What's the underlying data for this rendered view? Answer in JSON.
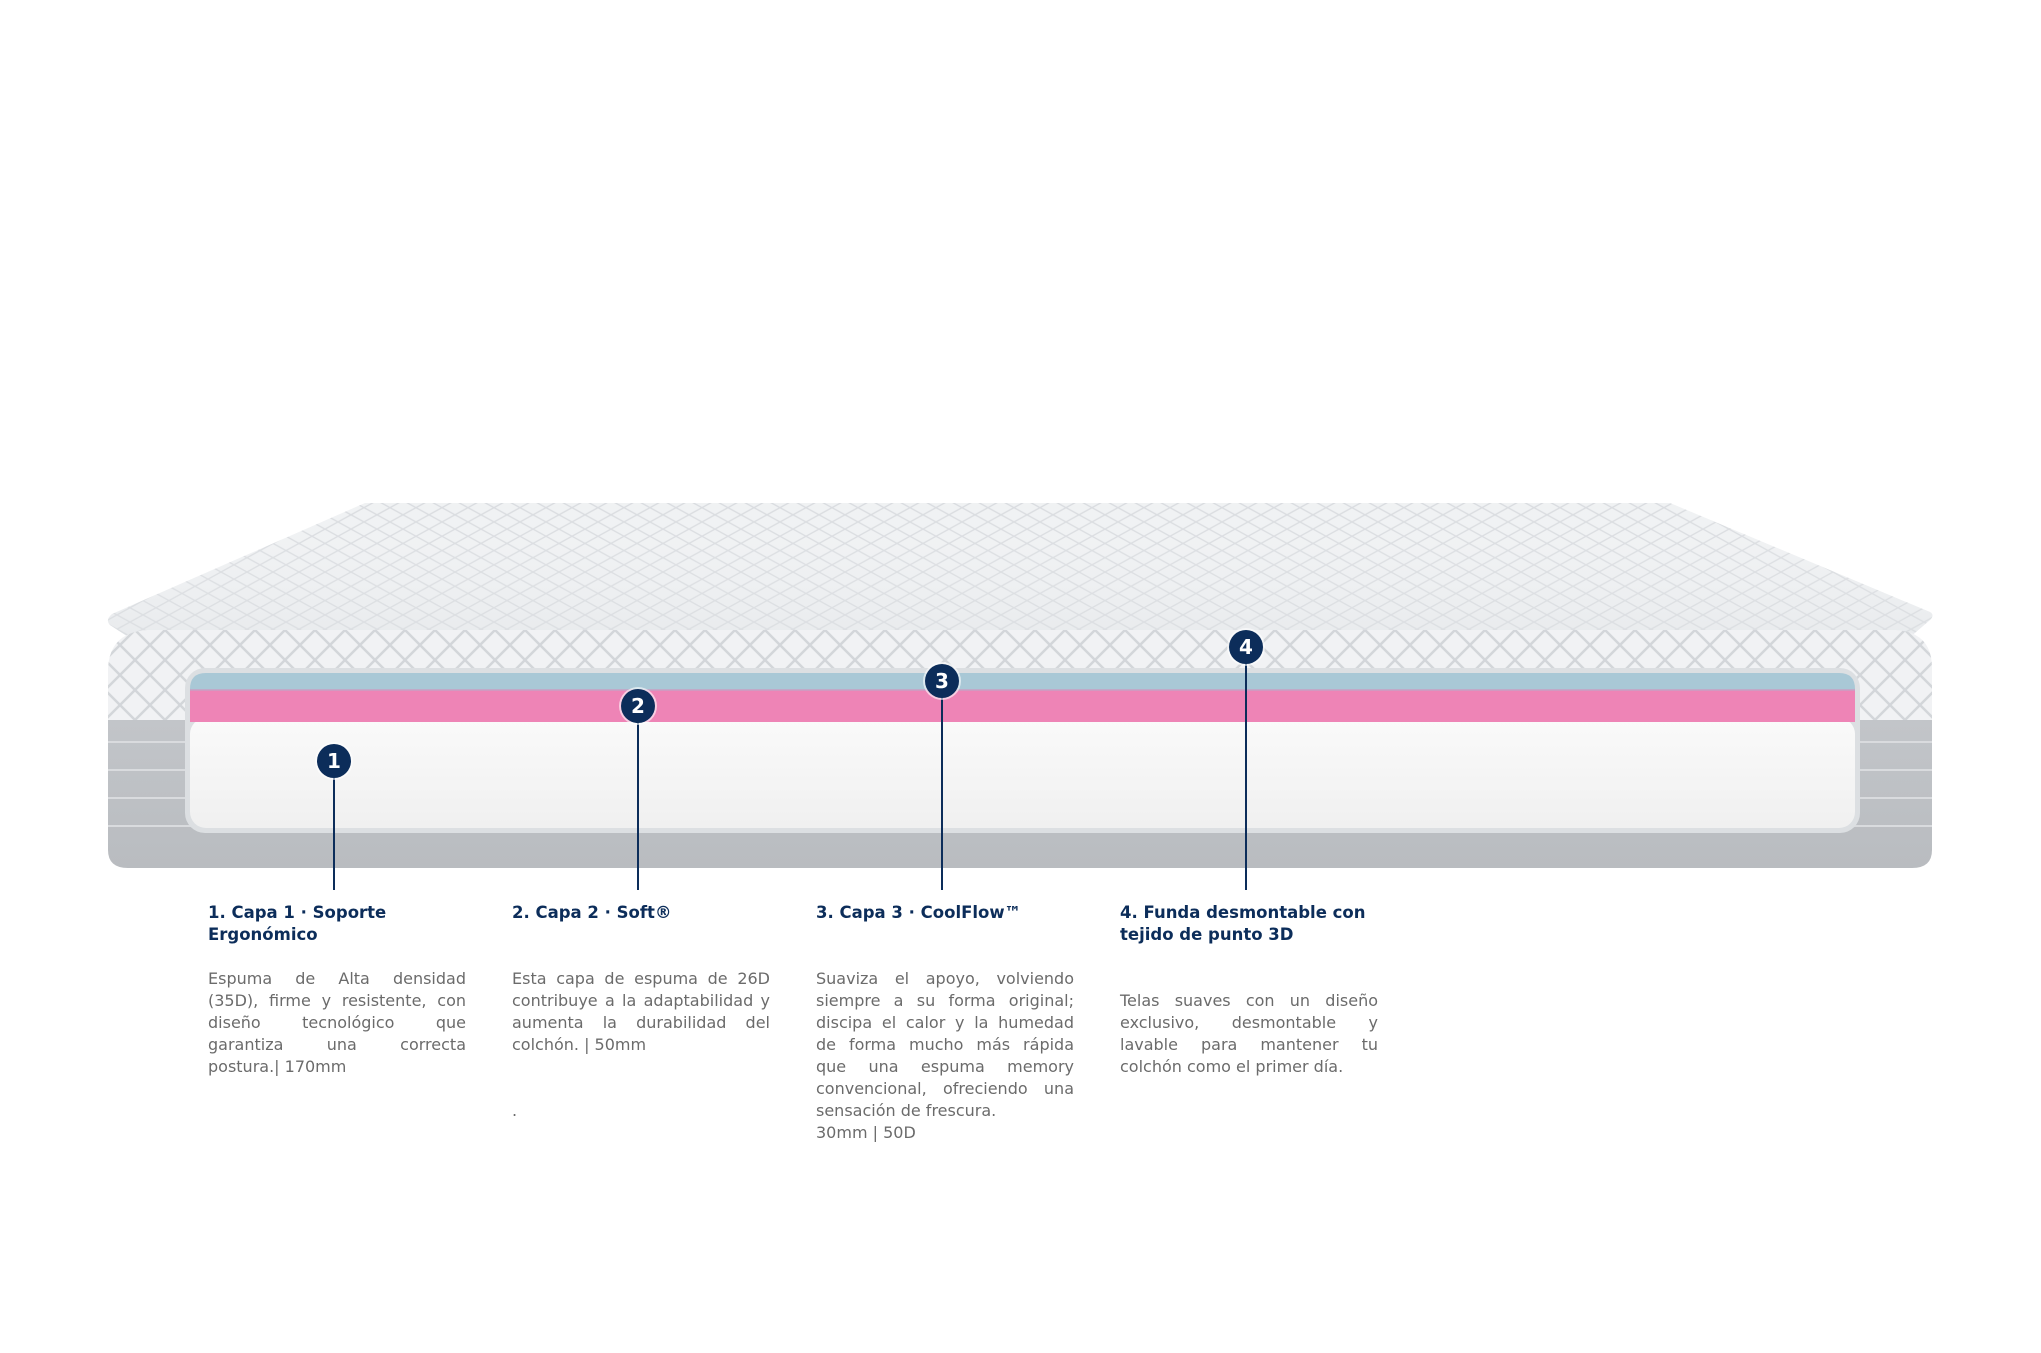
{
  "colors": {
    "marker": "#0c2d5a",
    "title": "#0c2d5a",
    "body_text": "#6b6b6b",
    "cover_top": "#eceef0",
    "cover_side": "#c9ccd0",
    "layer_coolflow": "#a9c8d6",
    "layer_soft": "#ee84b6",
    "layer_support": "#f7f7f7"
  },
  "layers": [
    {
      "number": "1",
      "title": "1. Capa 1 · Soporte Ergonómico",
      "body": "Espuma de Alta densidad (35D), firme y resistente, con diseño tecnológico que garantiza una correcta postura.| 170mm"
    },
    {
      "number": "2",
      "title": "2. Capa 2 · Soft®",
      "body": "Esta capa de espuma de 26D contribuye a la adaptabilidad y aumenta la durabilidad del colchón. | 50mm",
      "extra": "."
    },
    {
      "number": "3",
      "title": "3. Capa 3 · CoolFlow™",
      "body": "Suaviza el apoyo, volviendo siempre a su forma original; discipa el calor y la humedad de forma mucho más rápida que una espuma memory convencional, ofreciendo una sensación de frescura.",
      "extra": "30mm | 50D"
    },
    {
      "number": "4",
      "title": "4. Funda desmontable con tejido de punto 3D",
      "body": "Telas suaves con un diseño exclusivo, desmontable y lavable para mantener tu colchón como el primer día."
    }
  ]
}
